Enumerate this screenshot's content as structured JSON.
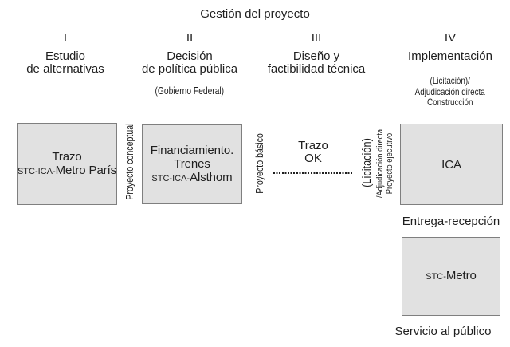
{
  "title": "Gestión del proyecto",
  "phases": [
    {
      "numeral": "I",
      "label": "Estudio\nde alternativas"
    },
    {
      "numeral": "II",
      "label": "Decisión\nde política pública",
      "sublabel": "(Gobierno Federal)"
    },
    {
      "numeral": "III",
      "label": "Diseño y\nfactibilidad técnica"
    },
    {
      "numeral": "IV",
      "label": "Implementación",
      "sublabel": "(Licitación)/\nAdjudicación directa\nConstrucción"
    }
  ],
  "boxes": {
    "trazo": {
      "line1": "Trazo",
      "acronym": "STC-ICA-",
      "rest": "Metro París"
    },
    "financiamiento": {
      "line1": "Financiamiento.",
      "line2": "Trenes",
      "acronym": "STC-ICA-",
      "rest": "Alsthom"
    },
    "ica": {
      "label": "ICA"
    },
    "stc_metro": {
      "acronym": "STC-",
      "rest": "Metro"
    }
  },
  "vertical_labels": {
    "proyecto_conceptual": "Proyecto conceptual",
    "proyecto_basico": "Proyecto básico",
    "licitacion": "(Licitación)",
    "adjudicacion_directa": "/Adjudicación directa",
    "proyecto_ejecutivo": "Proyecto ejecutivo"
  },
  "annotations": {
    "trazo_ok": "Trazo\nOK",
    "entrega_recepcion": "Entrega-recepción",
    "servicio_publico": "Servicio al público"
  },
  "colors": {
    "background": "#ffffff",
    "box_fill": "#e1e1e1",
    "box_border": "#7f7f7f",
    "text": "#1f1f1f"
  }
}
